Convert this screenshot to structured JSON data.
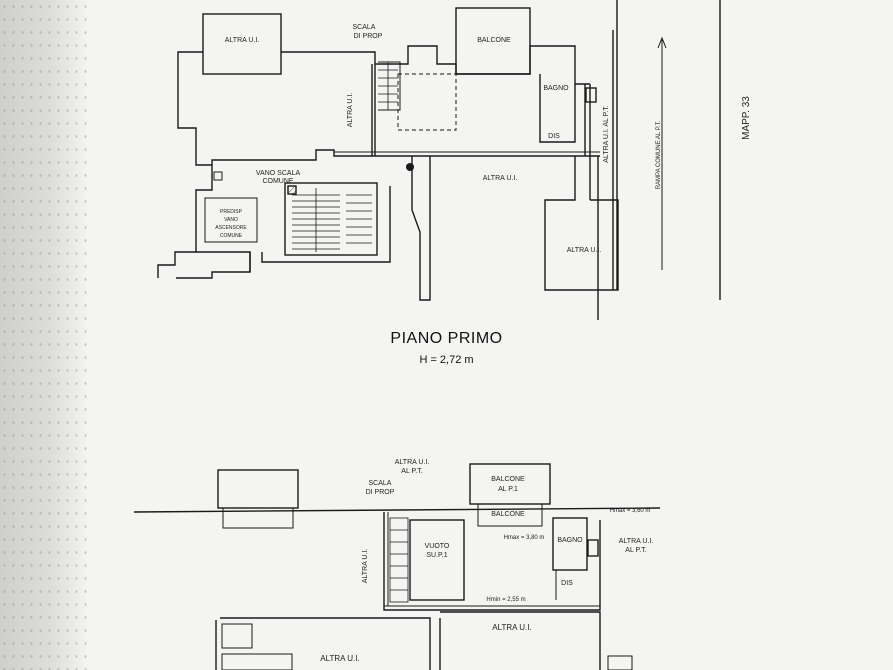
{
  "first_floor": {
    "title": "PIANO PRIMO",
    "height": "H = 2,72 m",
    "labels": {
      "altra_top": "ALTRA U.I.",
      "scala_prop_1": "SCALA",
      "scala_prop_2": "DI PROP",
      "balcone": "BALCONE",
      "altra_vertical": "ALTRA U.I.",
      "bagno": "BAGNO",
      "dis": "DIS",
      "altra_alpt_vertical": "ALTRA U.I. AL P.T.",
      "rampa": "RAMPA COMUNE AL P.T.",
      "mapp": "MAPP. 33",
      "vano_scala_1": "VANO SCALA",
      "vano_scala_2": "COMUNE",
      "predisp_1": "PREDISP",
      "predisp_2": "VANO",
      "predisp_3": "ASCENSORE",
      "predisp_4": "COMUNE",
      "altra_mid": "ALTRA U.I.",
      "altra_right": "ALTRA U.I."
    }
  },
  "second_floor": {
    "labels": {
      "scala_prop_1": "SCALA",
      "scala_prop_2": "DI PROP",
      "altra_alpt_top_1": "ALTRA U.I.",
      "altra_alpt_top_2": "AL P.T.",
      "balcone_alp1_1": "BALCONE",
      "balcone_alp1_2": "AL P.1",
      "balcone": "BALCONE",
      "hmax_right": "Hmax = 3,60 m",
      "hmax_mid": "Hmax = 3,80 m",
      "vuoto_1": "VUOTO",
      "vuoto_2": "SU.P.1",
      "altra_vertical": "ALTRA U.I.",
      "bagno": "BAGNO",
      "altra_alpt_right_1": "ALTRA U.I.",
      "altra_alpt_right_2": "AL P.T.",
      "dis": "DIS",
      "hmin": "Hmin = 2,55 m",
      "altra_bottom_right": "ALTRA U.I.",
      "altra_bottom_left": "ALTRA U.I."
    }
  }
}
